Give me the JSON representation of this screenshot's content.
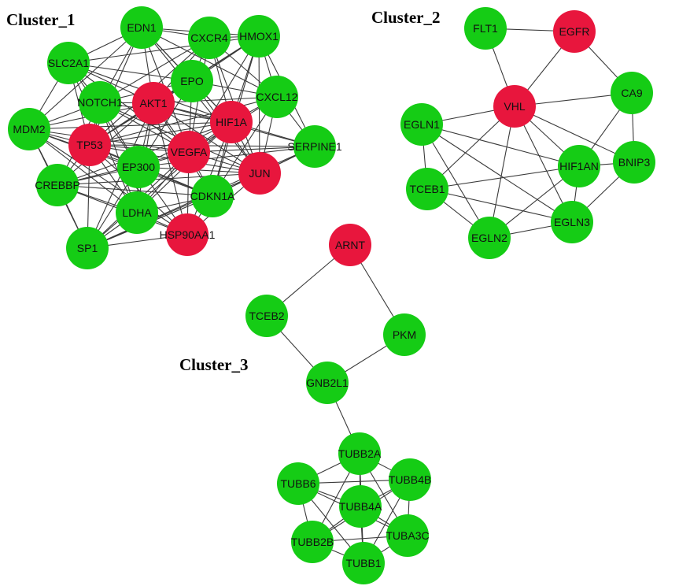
{
  "colors": {
    "up": "#15cc15",
    "down": "#e8163d",
    "edge": "#3a3a3a",
    "text": "#111111"
  },
  "clusters": [
    {
      "title": "Cluster_1",
      "nodes": [
        {
          "id": "EDN1",
          "label": "EDN1",
          "group": "up"
        },
        {
          "id": "CXCR4",
          "label": "CXCR4",
          "group": "up"
        },
        {
          "id": "HMOX1",
          "label": "HMOX1",
          "group": "up"
        },
        {
          "id": "SLC2A1",
          "label": "SLC2A1",
          "group": "up"
        },
        {
          "id": "EPO",
          "label": "EPO",
          "group": "up"
        },
        {
          "id": "CXCL12",
          "label": "CXCL12",
          "group": "up"
        },
        {
          "id": "NOTCH1",
          "label": "NOTCH1",
          "group": "up"
        },
        {
          "id": "AKT1",
          "label": "AKT1",
          "group": "down"
        },
        {
          "id": "HIF1A",
          "label": "HIF1A",
          "group": "down"
        },
        {
          "id": "MDM2",
          "label": "MDM2",
          "group": "up"
        },
        {
          "id": "TP53",
          "label": "TP53",
          "group": "down"
        },
        {
          "id": "VEGFA",
          "label": "VEGFA",
          "group": "down"
        },
        {
          "id": "SERPINE1",
          "label": "SERPINE1",
          "group": "up"
        },
        {
          "id": "EP300",
          "label": "EP300",
          "group": "up"
        },
        {
          "id": "JUN",
          "label": "JUN",
          "group": "down"
        },
        {
          "id": "CREBBP",
          "label": "CREBBP",
          "group": "up"
        },
        {
          "id": "CDKN1A",
          "label": "CDKN1A",
          "group": "up"
        },
        {
          "id": "LDHA",
          "label": "LDHA",
          "group": "up"
        },
        {
          "id": "HSP90AA1",
          "label": "HSP90AA1",
          "group": "down"
        },
        {
          "id": "SP1",
          "label": "SP1",
          "group": "up"
        }
      ]
    },
    {
      "title": "Cluster_2",
      "nodes": [
        {
          "id": "FLT1",
          "label": "FLT1",
          "group": "up"
        },
        {
          "id": "EGFR",
          "label": "EGFR",
          "group": "down"
        },
        {
          "id": "VHL",
          "label": "VHL",
          "group": "down"
        },
        {
          "id": "CA9",
          "label": "CA9",
          "group": "up"
        },
        {
          "id": "EGLN1",
          "label": "EGLN1",
          "group": "up"
        },
        {
          "id": "HIF1AN",
          "label": "HIF1AN",
          "group": "up"
        },
        {
          "id": "BNIP3",
          "label": "BNIP3",
          "group": "up"
        },
        {
          "id": "TCEB1",
          "label": "TCEB1",
          "group": "up"
        },
        {
          "id": "EGLN3",
          "label": "EGLN3",
          "group": "up"
        },
        {
          "id": "EGLN2",
          "label": "EGLN2",
          "group": "up"
        }
      ]
    },
    {
      "title": "Cluster_3",
      "nodes": [
        {
          "id": "ARNT",
          "label": "ARNT",
          "group": "down"
        },
        {
          "id": "TCEB2",
          "label": "TCEB2",
          "group": "up"
        },
        {
          "id": "PKM",
          "label": "PKM",
          "group": "up"
        },
        {
          "id": "GNB2L1",
          "label": "GNB2L1",
          "group": "up"
        },
        {
          "id": "TUBB2A",
          "label": "TUBB2A",
          "group": "up"
        },
        {
          "id": "TUBB6",
          "label": "TUBB6",
          "group": "up"
        },
        {
          "id": "TUBB4B",
          "label": "TUBB4B",
          "group": "up"
        },
        {
          "id": "TUBB4A",
          "label": "TUBB4A",
          "group": "up"
        },
        {
          "id": "TUBB2B",
          "label": "TUBB2B",
          "group": "up"
        },
        {
          "id": "TUBA3C",
          "label": "TUBA3C",
          "group": "up"
        },
        {
          "id": "TUBB1",
          "label": "TUBB1",
          "group": "up"
        }
      ]
    }
  ],
  "edges": [
    [
      "EDN1",
      "CXCR4"
    ],
    [
      "EDN1",
      "HMOX1"
    ],
    [
      "EDN1",
      "SLC2A1"
    ],
    [
      "EDN1",
      "EPO"
    ],
    [
      "EDN1",
      "CXCL12"
    ],
    [
      "EDN1",
      "NOTCH1"
    ],
    [
      "EDN1",
      "AKT1"
    ],
    [
      "EDN1",
      "HIF1A"
    ],
    [
      "EDN1",
      "TP53"
    ],
    [
      "EDN1",
      "VEGFA"
    ],
    [
      "EDN1",
      "JUN"
    ],
    [
      "EDN1",
      "MDM2"
    ],
    [
      "CXCR4",
      "HMOX1"
    ],
    [
      "CXCR4",
      "EPO"
    ],
    [
      "CXCR4",
      "AKT1"
    ],
    [
      "CXCR4",
      "HIF1A"
    ],
    [
      "CXCR4",
      "VEGFA"
    ],
    [
      "CXCR4",
      "TP53"
    ],
    [
      "CXCR4",
      "CXCL12"
    ],
    [
      "CXCR4",
      "NOTCH1"
    ],
    [
      "CXCR4",
      "JUN"
    ],
    [
      "HMOX1",
      "EPO"
    ],
    [
      "HMOX1",
      "CXCL12"
    ],
    [
      "HMOX1",
      "HIF1A"
    ],
    [
      "HMOX1",
      "VEGFA"
    ],
    [
      "HMOX1",
      "AKT1"
    ],
    [
      "HMOX1",
      "TP53"
    ],
    [
      "HMOX1",
      "SLC2A1"
    ],
    [
      "HMOX1",
      "JUN"
    ],
    [
      "HMOX1",
      "SERPINE1"
    ],
    [
      "HMOX1",
      "CDKN1A"
    ],
    [
      "SLC2A1",
      "NOTCH1"
    ],
    [
      "SLC2A1",
      "AKT1"
    ],
    [
      "SLC2A1",
      "HIF1A"
    ],
    [
      "SLC2A1",
      "TP53"
    ],
    [
      "SLC2A1",
      "VEGFA"
    ],
    [
      "SLC2A1",
      "EPO"
    ],
    [
      "SLC2A1",
      "MDM2"
    ],
    [
      "SLC2A1",
      "EP300"
    ],
    [
      "SLC2A1",
      "LDHA"
    ],
    [
      "EPO",
      "AKT1"
    ],
    [
      "EPO",
      "HIF1A"
    ],
    [
      "EPO",
      "VEGFA"
    ],
    [
      "EPO",
      "CXCL12"
    ],
    [
      "EPO",
      "JUN"
    ],
    [
      "EPO",
      "TP53"
    ],
    [
      "EPO",
      "NOTCH1"
    ],
    [
      "EPO",
      "EP300"
    ],
    [
      "CXCL12",
      "HIF1A"
    ],
    [
      "CXCL12",
      "VEGFA"
    ],
    [
      "CXCL12",
      "JUN"
    ],
    [
      "CXCL12",
      "AKT1"
    ],
    [
      "CXCL12",
      "SERPINE1"
    ],
    [
      "CXCL12",
      "TP53"
    ],
    [
      "CXCL12",
      "CDKN1A"
    ],
    [
      "NOTCH1",
      "AKT1"
    ],
    [
      "NOTCH1",
      "TP53"
    ],
    [
      "NOTCH1",
      "MDM2"
    ],
    [
      "NOTCH1",
      "VEGFA"
    ],
    [
      "NOTCH1",
      "HIF1A"
    ],
    [
      "NOTCH1",
      "EP300"
    ],
    [
      "NOTCH1",
      "CREBBP"
    ],
    [
      "NOTCH1",
      "JUN"
    ],
    [
      "NOTCH1",
      "LDHA"
    ],
    [
      "AKT1",
      "HIF1A"
    ],
    [
      "AKT1",
      "TP53"
    ],
    [
      "AKT1",
      "VEGFA"
    ],
    [
      "AKT1",
      "MDM2"
    ],
    [
      "AKT1",
      "EP300"
    ],
    [
      "AKT1",
      "JUN"
    ],
    [
      "AKT1",
      "CDKN1A"
    ],
    [
      "AKT1",
      "LDHA"
    ],
    [
      "AKT1",
      "HSP90AA1"
    ],
    [
      "AKT1",
      "SP1"
    ],
    [
      "AKT1",
      "CREBBP"
    ],
    [
      "AKT1",
      "SERPINE1"
    ],
    [
      "HIF1A",
      "TP53"
    ],
    [
      "HIF1A",
      "VEGFA"
    ],
    [
      "HIF1A",
      "JUN"
    ],
    [
      "HIF1A",
      "SERPINE1"
    ],
    [
      "HIF1A",
      "EP300"
    ],
    [
      "HIF1A",
      "CDKN1A"
    ],
    [
      "HIF1A",
      "LDHA"
    ],
    [
      "HIF1A",
      "HSP90AA1"
    ],
    [
      "HIF1A",
      "MDM2"
    ],
    [
      "HIF1A",
      "CREBBP"
    ],
    [
      "HIF1A",
      "SP1"
    ],
    [
      "MDM2",
      "TP53"
    ],
    [
      "MDM2",
      "CREBBP"
    ],
    [
      "MDM2",
      "EP300"
    ],
    [
      "MDM2",
      "SP1"
    ],
    [
      "MDM2",
      "VEGFA"
    ],
    [
      "MDM2",
      "LDHA"
    ],
    [
      "MDM2",
      "CDKN1A"
    ],
    [
      "MDM2",
      "HSP90AA1"
    ],
    [
      "TP53",
      "VEGFA"
    ],
    [
      "TP53",
      "EP300"
    ],
    [
      "TP53",
      "CREBBP"
    ],
    [
      "TP53",
      "LDHA"
    ],
    [
      "TP53",
      "SP1"
    ],
    [
      "TP53",
      "JUN"
    ],
    [
      "TP53",
      "CDKN1A"
    ],
    [
      "TP53",
      "HSP90AA1"
    ],
    [
      "TP53",
      "SERPINE1"
    ],
    [
      "VEGFA",
      "EP300"
    ],
    [
      "VEGFA",
      "JUN"
    ],
    [
      "VEGFA",
      "SERPINE1"
    ],
    [
      "VEGFA",
      "CDKN1A"
    ],
    [
      "VEGFA",
      "LDHA"
    ],
    [
      "VEGFA",
      "HSP90AA1"
    ],
    [
      "VEGFA",
      "SP1"
    ],
    [
      "VEGFA",
      "CREBBP"
    ],
    [
      "SERPINE1",
      "JUN"
    ],
    [
      "SERPINE1",
      "CDKN1A"
    ],
    [
      "SERPINE1",
      "EP300"
    ],
    [
      "SERPINE1",
      "SP1"
    ],
    [
      "EP300",
      "CREBBP"
    ],
    [
      "EP300",
      "LDHA"
    ],
    [
      "EP300",
      "CDKN1A"
    ],
    [
      "EP300",
      "HSP90AA1"
    ],
    [
      "EP300",
      "JUN"
    ],
    [
      "EP300",
      "SP1"
    ],
    [
      "JUN",
      "CDKN1A"
    ],
    [
      "JUN",
      "HSP90AA1"
    ],
    [
      "JUN",
      "SP1"
    ],
    [
      "JUN",
      "CREBBP"
    ],
    [
      "CREBBP",
      "LDHA"
    ],
    [
      "CREBBP",
      "SP1"
    ],
    [
      "CREBBP",
      "CDKN1A"
    ],
    [
      "CREBBP",
      "HSP90AA1"
    ],
    [
      "CDKN1A",
      "LDHA"
    ],
    [
      "CDKN1A",
      "HSP90AA1"
    ],
    [
      "CDKN1A",
      "SP1"
    ],
    [
      "LDHA",
      "HSP90AA1"
    ],
    [
      "LDHA",
      "SP1"
    ],
    [
      "HSP90AA1",
      "SP1"
    ],
    [
      "FLT1",
      "EGFR"
    ],
    [
      "FLT1",
      "VHL"
    ],
    [
      "EGFR",
      "VHL"
    ],
    [
      "EGFR",
      "CA9"
    ],
    [
      "VHL",
      "CA9"
    ],
    [
      "VHL",
      "EGLN1"
    ],
    [
      "VHL",
      "HIF1AN"
    ],
    [
      "VHL",
      "BNIP3"
    ],
    [
      "VHL",
      "TCEB1"
    ],
    [
      "VHL",
      "EGLN3"
    ],
    [
      "VHL",
      "EGLN2"
    ],
    [
      "CA9",
      "HIF1AN"
    ],
    [
      "CA9",
      "BNIP3"
    ],
    [
      "EGLN1",
      "HIF1AN"
    ],
    [
      "EGLN1",
      "TCEB1"
    ],
    [
      "EGLN1",
      "EGLN3"
    ],
    [
      "EGLN1",
      "EGLN2"
    ],
    [
      "HIF1AN",
      "TCEB1"
    ],
    [
      "HIF1AN",
      "BNIP3"
    ],
    [
      "HIF1AN",
      "EGLN3"
    ],
    [
      "HIF1AN",
      "EGLN2"
    ],
    [
      "BNIP3",
      "EGLN3"
    ],
    [
      "TCEB1",
      "EGLN3"
    ],
    [
      "TCEB1",
      "EGLN2"
    ],
    [
      "EGLN3",
      "EGLN2"
    ],
    [
      "ARNT",
      "TCEB2"
    ],
    [
      "ARNT",
      "PKM"
    ],
    [
      "TCEB2",
      "GNB2L1"
    ],
    [
      "PKM",
      "GNB2L1"
    ],
    [
      "GNB2L1",
      "TUBB2A"
    ],
    [
      "TUBB2A",
      "TUBB6"
    ],
    [
      "TUBB2A",
      "TUBB4B"
    ],
    [
      "TUBB2A",
      "TUBB4A"
    ],
    [
      "TUBB2A",
      "TUBB2B"
    ],
    [
      "TUBB2A",
      "TUBA3C"
    ],
    [
      "TUBB2A",
      "TUBB1"
    ],
    [
      "TUBB6",
      "TUBB4B"
    ],
    [
      "TUBB6",
      "TUBB4A"
    ],
    [
      "TUBB6",
      "TUBB2B"
    ],
    [
      "TUBB6",
      "TUBA3C"
    ],
    [
      "TUBB6",
      "TUBB1"
    ],
    [
      "TUBB4B",
      "TUBB4A"
    ],
    [
      "TUBB4B",
      "TUBB2B"
    ],
    [
      "TUBB4B",
      "TUBA3C"
    ],
    [
      "TUBB4B",
      "TUBB1"
    ],
    [
      "TUBB4A",
      "TUBB2B"
    ],
    [
      "TUBB4A",
      "TUBA3C"
    ],
    [
      "TUBB4A",
      "TUBB1"
    ],
    [
      "TUBB2B",
      "TUBA3C"
    ],
    [
      "TUBB2B",
      "TUBB1"
    ],
    [
      "TUBA3C",
      "TUBB1"
    ]
  ]
}
